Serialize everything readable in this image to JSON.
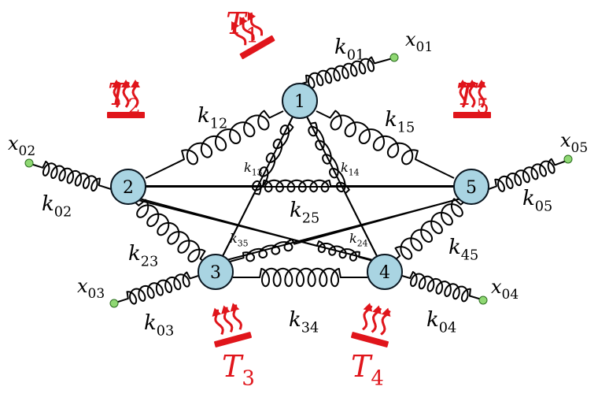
{
  "nodes": [
    {
      "id": "1",
      "label": "1"
    },
    {
      "id": "2",
      "label": "2"
    },
    {
      "id": "3",
      "label": "3"
    },
    {
      "id": "4",
      "label": "4"
    },
    {
      "id": "5",
      "label": "5"
    }
  ],
  "anchors": [
    {
      "id": "x01",
      "label": "x",
      "sub": "01",
      "node": "1"
    },
    {
      "id": "x02",
      "label": "x",
      "sub": "02",
      "node": "2"
    },
    {
      "id": "x03",
      "label": "x",
      "sub": "03",
      "node": "3"
    },
    {
      "id": "x04",
      "label": "x",
      "sub": "04",
      "node": "4"
    },
    {
      "id": "x05",
      "label": "x",
      "sub": "05",
      "node": "5"
    }
  ],
  "springs": [
    {
      "id": "k01",
      "label": "k",
      "sub": "01"
    },
    {
      "id": "k02",
      "label": "k",
      "sub": "02"
    },
    {
      "id": "k03",
      "label": "k",
      "sub": "03"
    },
    {
      "id": "k04",
      "label": "k",
      "sub": "04"
    },
    {
      "id": "k05",
      "label": "k",
      "sub": "05"
    },
    {
      "id": "k12",
      "label": "k",
      "sub": "12"
    },
    {
      "id": "k15",
      "label": "k",
      "sub": "15"
    },
    {
      "id": "k13",
      "label": "k",
      "sub": "13"
    },
    {
      "id": "k14",
      "label": "k",
      "sub": "14"
    },
    {
      "id": "k25",
      "label": "k",
      "sub": "25"
    },
    {
      "id": "k23",
      "label": "k",
      "sub": "23"
    },
    {
      "id": "k35",
      "label": "k",
      "sub": "35"
    },
    {
      "id": "k24",
      "label": "k",
      "sub": "24"
    },
    {
      "id": "k45",
      "label": "k",
      "sub": "45"
    },
    {
      "id": "k34",
      "label": "k",
      "sub": "34"
    }
  ],
  "heat_baths": [
    {
      "id": "T1",
      "label": "T",
      "sub": "1"
    },
    {
      "id": "T2",
      "label": "T",
      "sub": "2"
    },
    {
      "id": "T3",
      "label": "T",
      "sub": "3"
    },
    {
      "id": "T4",
      "label": "T",
      "sub": "4"
    },
    {
      "id": "T5",
      "label": "T",
      "sub": "5"
    }
  ],
  "colors": {
    "node_fill": "#a9d4e2",
    "anchor_fill": "#8fd873",
    "heat": "#e0151b",
    "line": "#000000"
  }
}
